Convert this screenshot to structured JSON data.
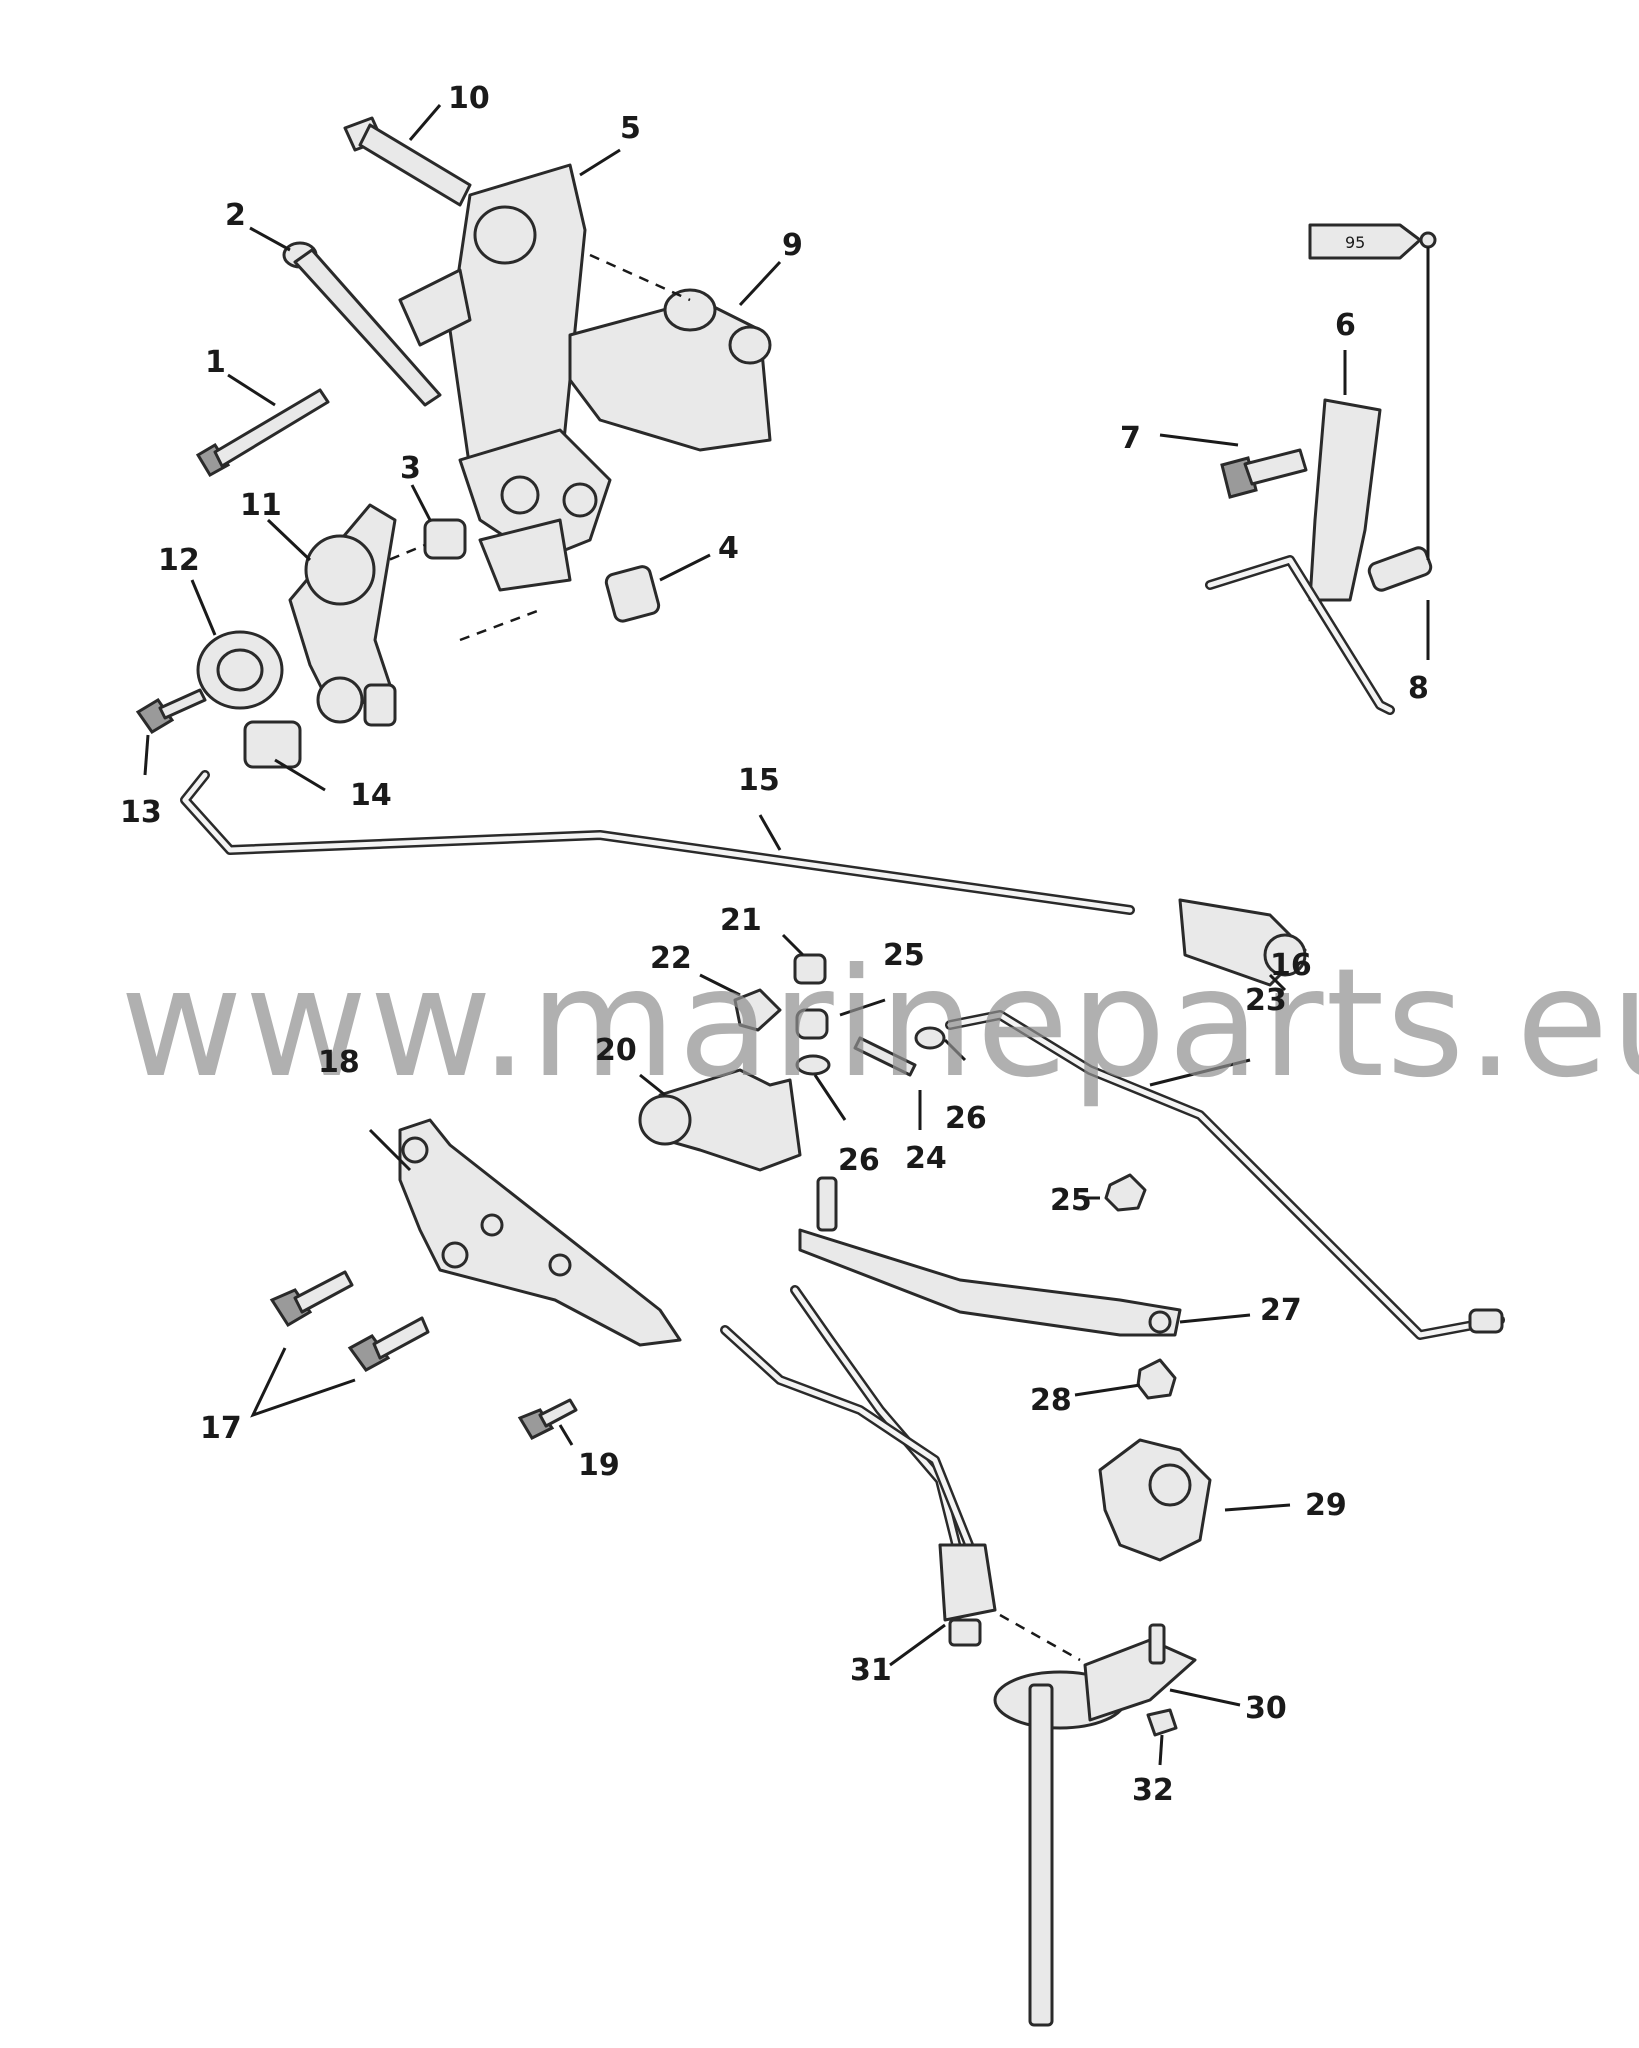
{
  "watermark": "www.marineparts.eu",
  "sealant_tube_label": "95",
  "callouts": [
    {
      "id": "c1",
      "text": "1"
    },
    {
      "id": "c2",
      "text": "2"
    },
    {
      "id": "c3",
      "text": "3"
    },
    {
      "id": "c4",
      "text": "4"
    },
    {
      "id": "c5",
      "text": "5"
    },
    {
      "id": "c6",
      "text": "6"
    },
    {
      "id": "c7",
      "text": "7"
    },
    {
      "id": "c8",
      "text": "8"
    },
    {
      "id": "c9",
      "text": "9"
    },
    {
      "id": "c10",
      "text": "10"
    },
    {
      "id": "c11",
      "text": "11"
    },
    {
      "id": "c12",
      "text": "12"
    },
    {
      "id": "c13",
      "text": "13"
    },
    {
      "id": "c14",
      "text": "14"
    },
    {
      "id": "c15",
      "text": "15"
    },
    {
      "id": "c16",
      "text": "16"
    },
    {
      "id": "c17",
      "text": "17"
    },
    {
      "id": "c18",
      "text": "18"
    },
    {
      "id": "c19",
      "text": "19"
    },
    {
      "id": "c20",
      "text": "20"
    },
    {
      "id": "c21",
      "text": "21"
    },
    {
      "id": "c22",
      "text": "22"
    },
    {
      "id": "c23",
      "text": "23"
    },
    {
      "id": "c24",
      "text": "24"
    },
    {
      "id": "c25a",
      "text": "25"
    },
    {
      "id": "c25b",
      "text": "25"
    },
    {
      "id": "c26a",
      "text": "26"
    },
    {
      "id": "c26b",
      "text": "26"
    },
    {
      "id": "c27",
      "text": "27"
    },
    {
      "id": "c28",
      "text": "28"
    },
    {
      "id": "c29",
      "text": "29"
    },
    {
      "id": "c30",
      "text": "30"
    },
    {
      "id": "c31",
      "text": "31"
    },
    {
      "id": "c32",
      "text": "32"
    }
  ]
}
